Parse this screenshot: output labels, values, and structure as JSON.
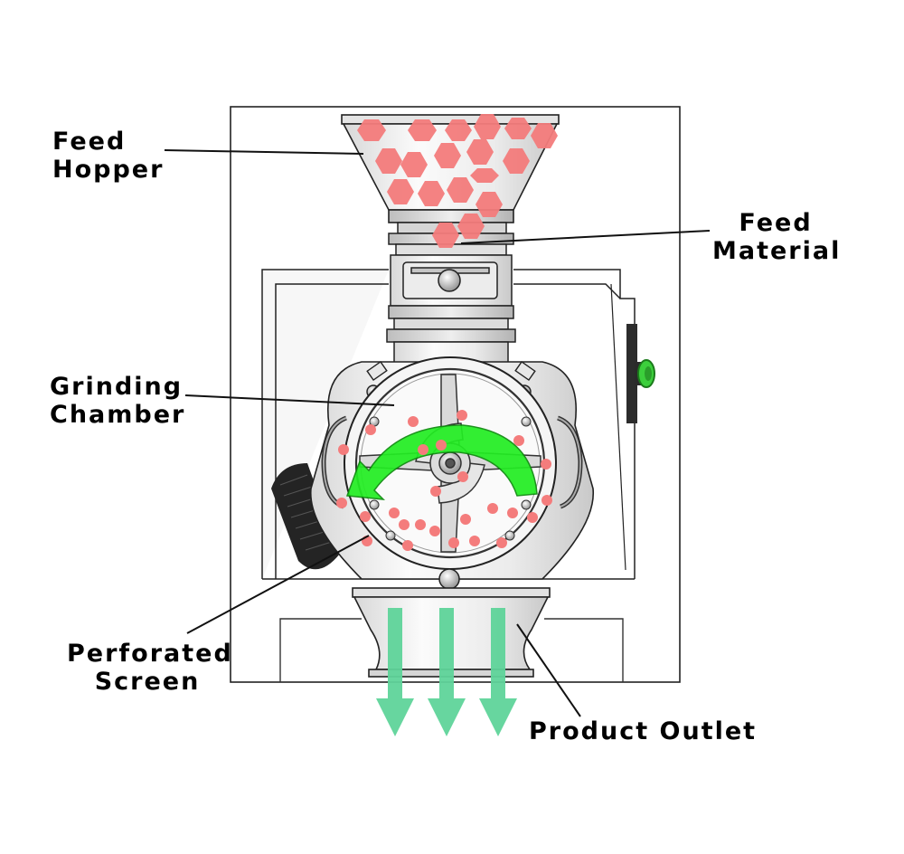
{
  "labels": {
    "feed_hopper": [
      "Feed",
      "Hopper"
    ],
    "feed_material": [
      "Feed",
      "Material"
    ],
    "grinding_chamber": [
      "Grinding",
      "Chamber"
    ],
    "perforated_screen": [
      "Perforated",
      "Screen"
    ],
    "product_outlet": "Product Outlet"
  },
  "colors": {
    "feed_material": "#f47c7c",
    "rotation_arrow": "#22ee22",
    "outlet_arrows": "#5fd49a",
    "machine_fill": "#f2f2f2",
    "machine_line": "#222222",
    "valve_green": "#3ccf3c"
  },
  "icons": {
    "rotation": "curved-arrow-icon",
    "discharge": "down-arrow-icon",
    "particles": "hexagon-icon"
  }
}
